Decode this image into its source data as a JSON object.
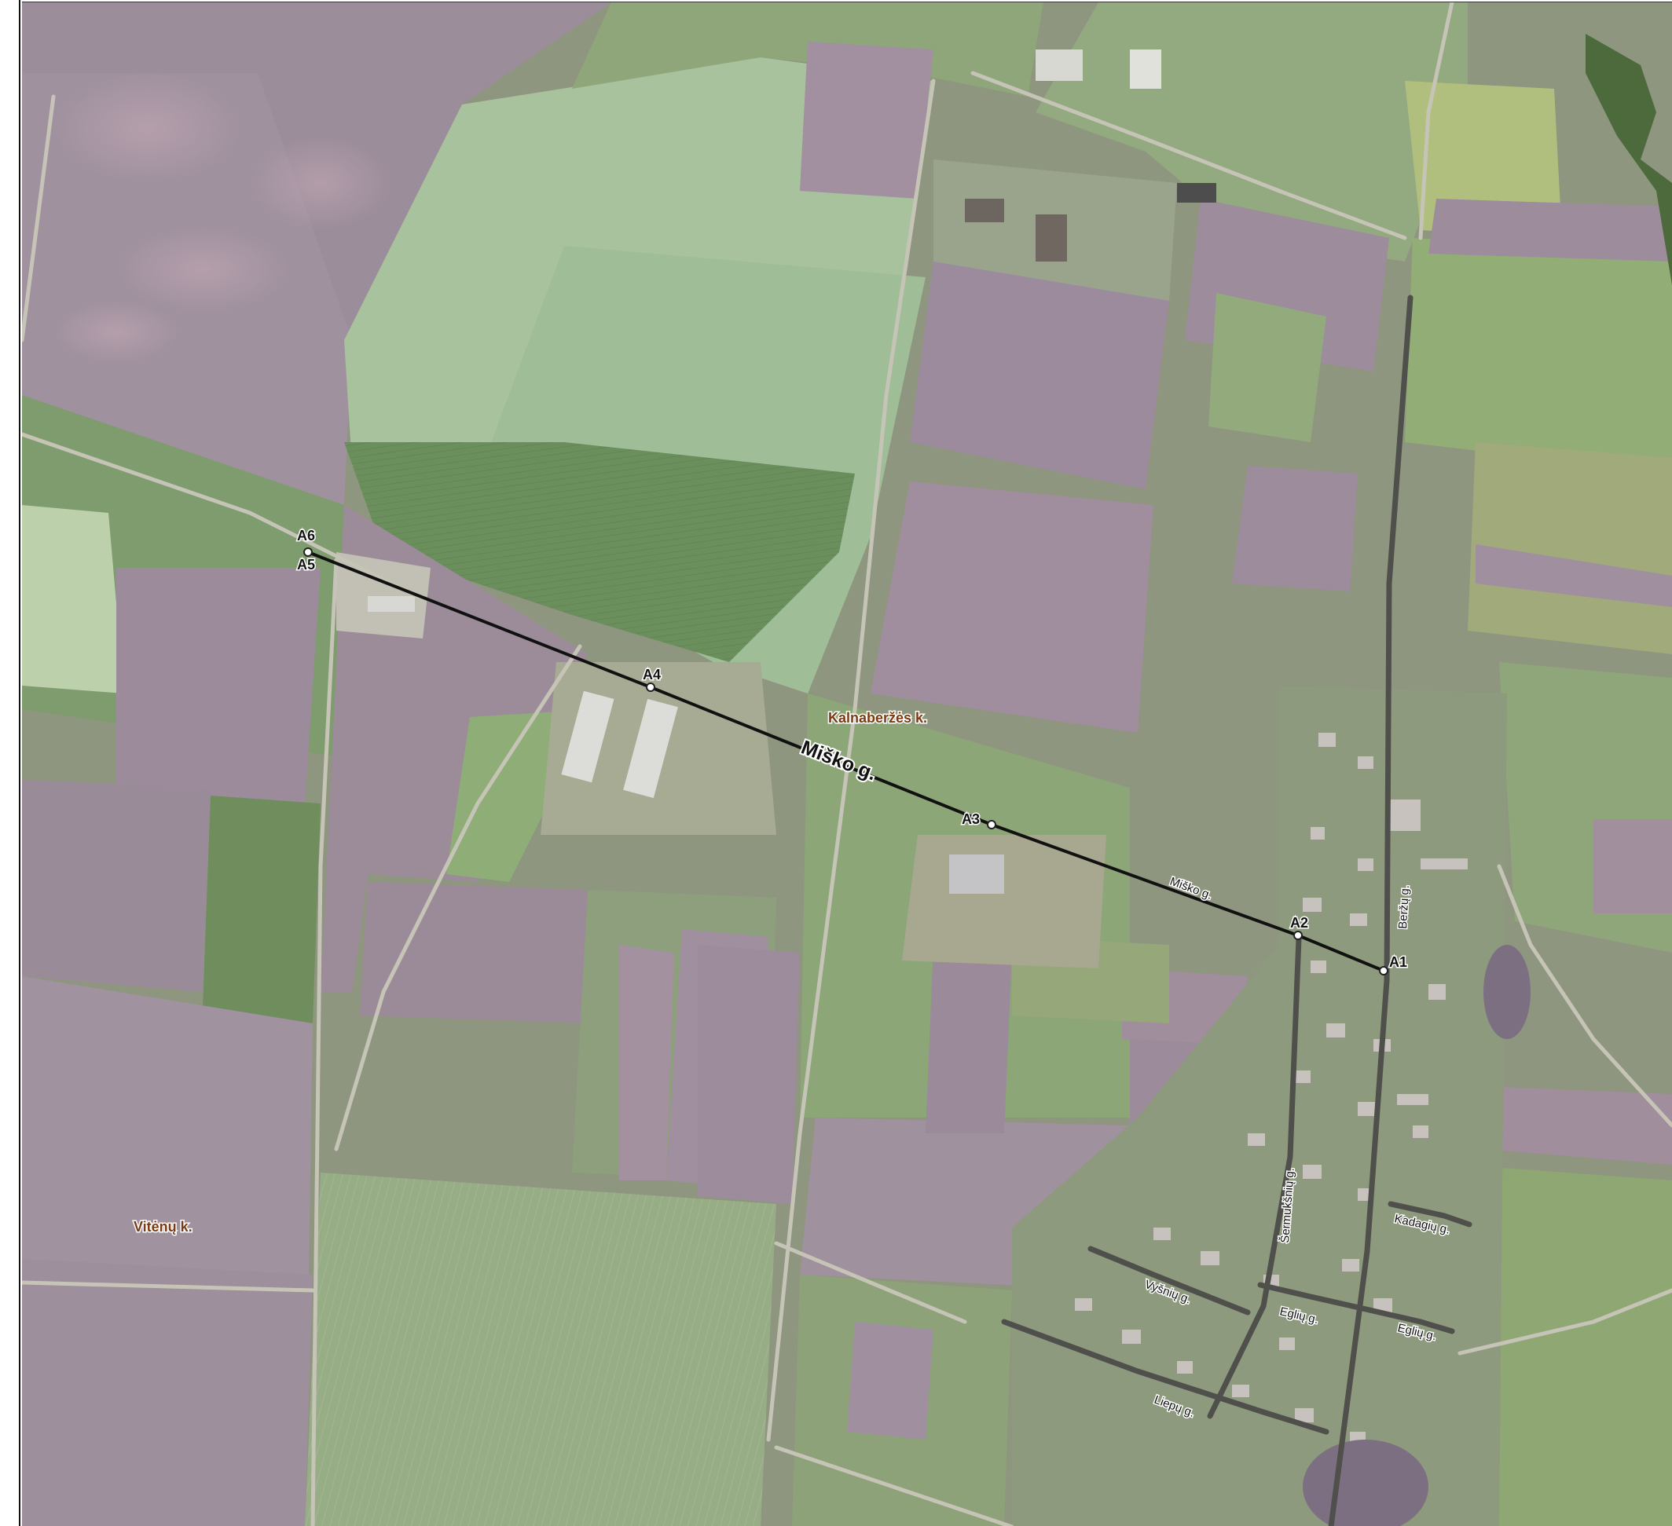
{
  "map": {
    "villages": {
      "kalnaberzes": "Kalnaberžės k.",
      "vitenu": "Vitėnų k."
    },
    "main_street_label": "Miško g.",
    "points": {
      "a1": "A1",
      "a2": "A2",
      "a3": "A3",
      "a4": "A4",
      "a5": "A5",
      "a6": "A6"
    },
    "streets": {
      "misko_small": "Miško g.",
      "berzu": "Beržų g.",
      "sermuksniu": "Šermukšnių g.",
      "kadagiu": "Kadagių g.",
      "vysniu": "Vyšnių g.",
      "egliu_west": "Eglių g.",
      "egliu_east": "Eglių g.",
      "liepu": "Liepų g."
    },
    "colors": {
      "road_highlight": "#4f4f4c",
      "survey_line": "#111111",
      "village_label": "#7a3a12",
      "farmland_purple": "#9d8e9c",
      "farmland_green": "#7f9a69"
    }
  }
}
